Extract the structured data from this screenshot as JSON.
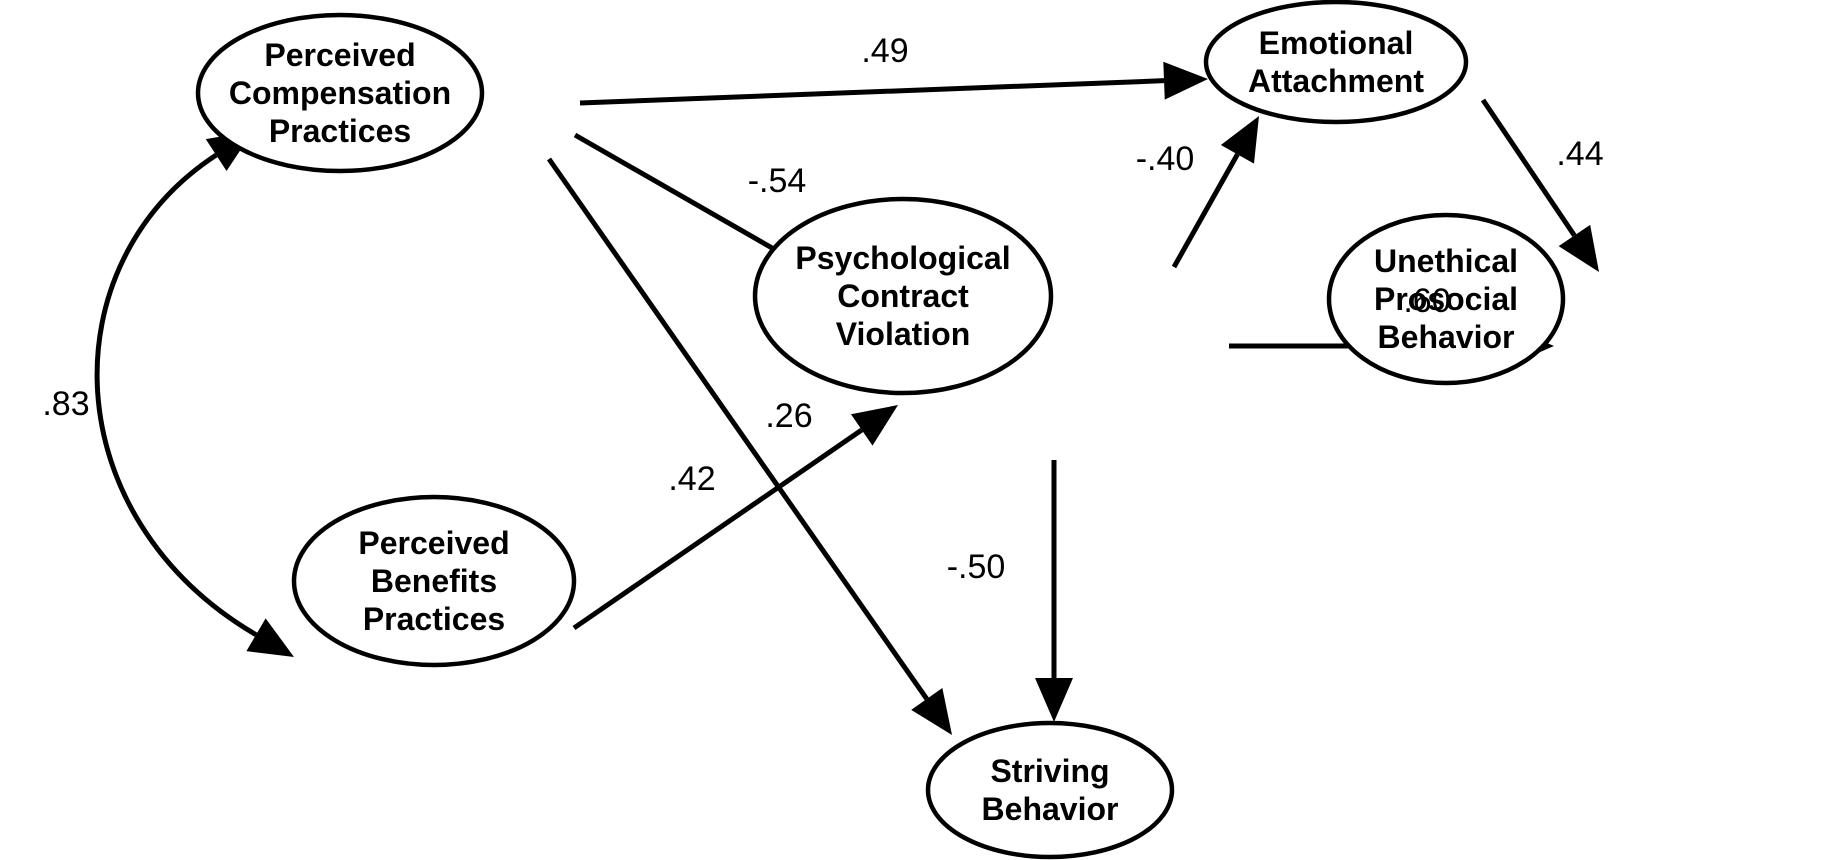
{
  "diagram": {
    "nodes": {
      "pcp": [
        "Perceived",
        "Compensation",
        "Practices"
      ],
      "pbp": [
        "Perceived",
        "Benefits",
        "Practices"
      ],
      "pcv": [
        "Psychological",
        "Contract",
        "Violation"
      ],
      "ea": [
        "Emotional",
        "Attachment"
      ],
      "upb": [
        "Unethical",
        "Prosocial",
        "Behavior"
      ],
      "sb": [
        "Striving",
        "Behavior"
      ]
    },
    "edges": [
      {
        "from": "pcp",
        "to": "ea",
        "coefficient": ".49"
      },
      {
        "from": "pcp",
        "to": "pcv",
        "coefficient": "-.54"
      },
      {
        "from": "pcp",
        "to": "sb",
        "coefficient": ".26"
      },
      {
        "from": "pbp",
        "to": "pcv",
        "coefficient": ".42"
      },
      {
        "from": "pcv",
        "to": "ea",
        "coefficient": "-.40"
      },
      {
        "from": "pcv",
        "to": "upb",
        "coefficient": ".60"
      },
      {
        "from": "pcv",
        "to": "sb",
        "coefficient": "-.50"
      },
      {
        "from": "ea",
        "to": "upb",
        "coefficient": ".44"
      }
    ],
    "covariances": [
      {
        "between": [
          "pcp",
          "pbp"
        ],
        "coefficient": ".83"
      }
    ]
  }
}
